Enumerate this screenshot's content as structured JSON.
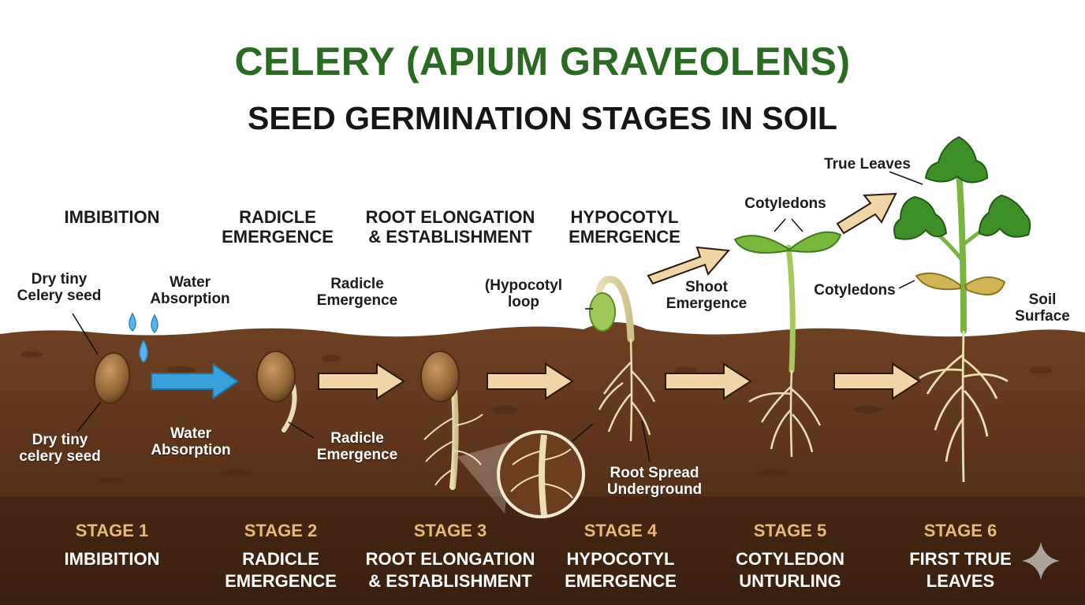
{
  "title": "CELERY (APIUM GRAVEOLENS)",
  "subtitle": "SEED GERMINATION STAGES IN SOIL",
  "headers": [
    {
      "text": "IMBIBITION"
    },
    {
      "text": "RADICLE\nEMERGENCE"
    },
    {
      "text": "ROOT ELONGATION\n& ESTABLISHMENT"
    },
    {
      "text": "HYPOCOTYL\nEMERGENCE"
    }
  ],
  "labels": {
    "dry_seed_top": "Dry tiny\nCelery seed",
    "water_top": "Water\nAbsorption",
    "radicle_top": "Radicle\nEmergence",
    "hypocotyl_loop": "(Hypocotyl\nloop",
    "shoot_emergence": "Shoot\nEmergence",
    "cotyledons_top": "Cotyledons",
    "true_leaves": "True Leaves",
    "cotyledons_side": "Cotyledons",
    "soil_surface": "Soil\nSurface",
    "dry_seed_bottom": "Dry tiny\ncelery seed",
    "water_bottom": "Water\nAbsorption",
    "radicle_bottom": "Radicle\nEmergence",
    "root_spread": "Root Spread\nUnderground"
  },
  "stages": [
    {
      "number": "STAGE 1",
      "name": "IMBIBITION"
    },
    {
      "number": "STAGE 2",
      "name": "RADICLE\nEMERGENCE"
    },
    {
      "number": "STAGE 3",
      "name": "ROOT ELONGATION\n& ESTABLISHMENT"
    },
    {
      "number": "STAGE 4",
      "name": "HYPOCOTYL\nEMERGENCE"
    },
    {
      "number": "STAGE 5",
      "name": "COTYLEDON\nUNTURLING"
    },
    {
      "number": "STAGE 6",
      "name": "FIRST TRUE\nLEAVES"
    }
  ],
  "colors": {
    "title": "#2b6a22",
    "soil_top": "#6a3e1f",
    "soil_bottom": "#3e2210",
    "stage_number": "#e8b878",
    "arrow_water": "#3aa0dc",
    "arrow_cream": "#f0d6a6",
    "leaf": "#3f8f28"
  },
  "icons": [
    "water-drop-icon",
    "arrow-right-icon",
    "sparkle-icon"
  ]
}
